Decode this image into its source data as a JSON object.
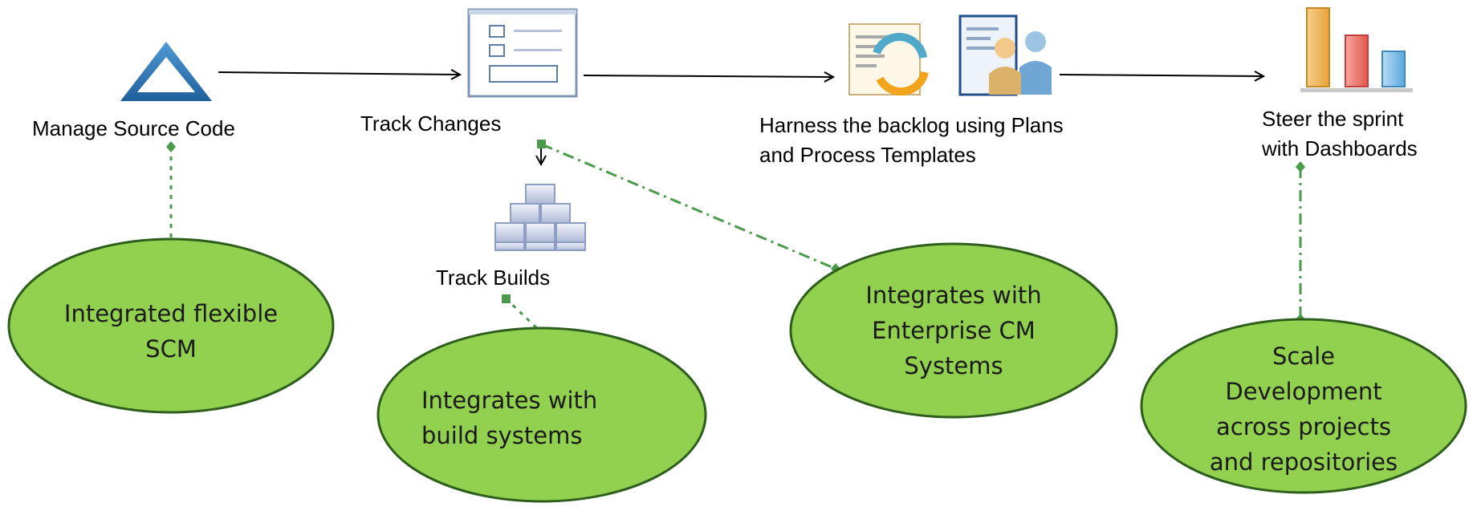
{
  "steps": [
    {
      "label": "Manage Source Code",
      "icon": "triangle-icon"
    },
    {
      "label": "Track Changes",
      "icon": "form-document-icon"
    },
    {
      "label_lines": [
        "Harness the backlog using Plans",
        "and Process Templates"
      ],
      "icon": "plans-templates-icon"
    },
    {
      "label_lines": [
        "Steer the sprint",
        "with Dashboards"
      ],
      "icon": "bar-chart-icon"
    }
  ],
  "track_builds": {
    "label": "Track Builds",
    "icon": "building-blocks-icon"
  },
  "ellipses": [
    {
      "lines": [
        "Integrated flexible",
        "SCM"
      ]
    },
    {
      "lines": [
        "Integrates with",
        "build systems"
      ]
    },
    {
      "lines": [
        "Integrates with",
        "Enterprise CM",
        "Systems"
      ]
    },
    {
      "lines": [
        "Scale",
        "Development",
        "across projects",
        "and repositories"
      ]
    }
  ],
  "colors": {
    "ellipse_fill": "#92d050",
    "ellipse_stroke": "#2e5e1c",
    "connector": "#4c9a4c",
    "arrow": "#000000"
  }
}
